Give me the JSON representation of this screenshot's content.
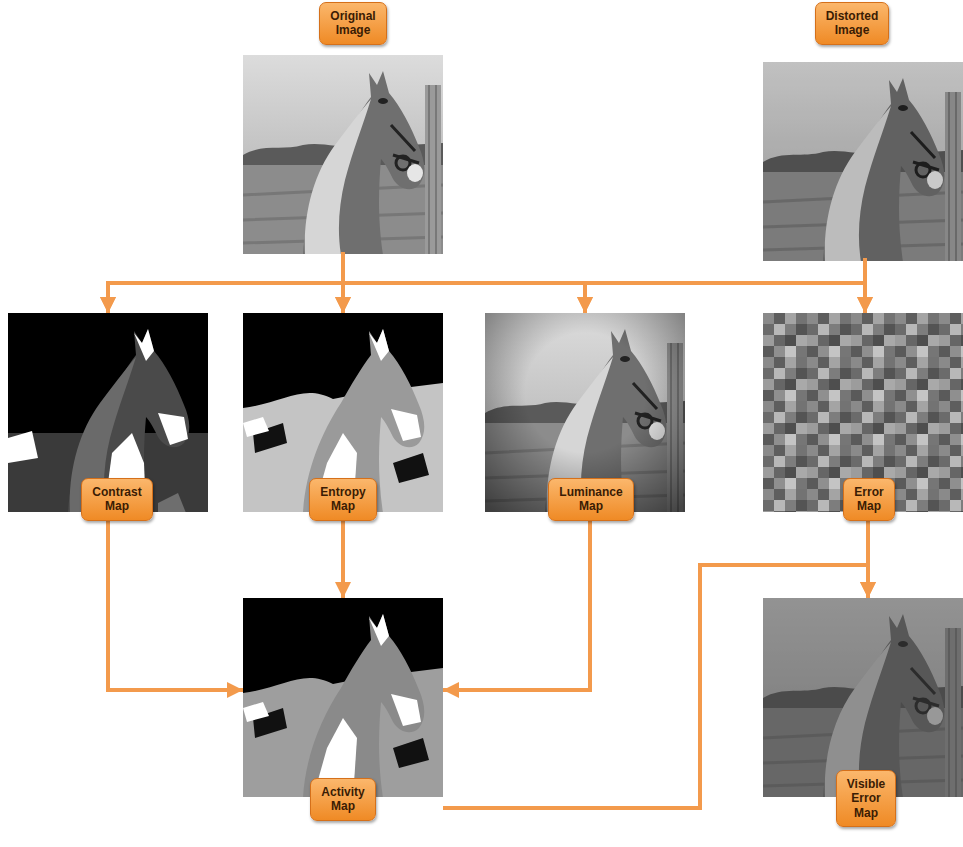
{
  "diagram": {
    "nodes": [
      {
        "text": [
          "Original Image"
        ]
      },
      {
        "text": [
          "Distorted Image"
        ]
      },
      {
        "text": [
          "Contrast Map"
        ]
      },
      {
        "text": [
          "Entropy Map"
        ]
      },
      {
        "text": [
          "Luminance Map"
        ]
      },
      {
        "text": [
          "Error Map"
        ]
      },
      {
        "text": [
          "Activity Map"
        ]
      },
      {
        "text": [
          "Visible Error Map"
        ]
      }
    ],
    "edges": [
      {
        "from": 0,
        "to": 2,
        "arrow": "to"
      },
      {
        "from": 0,
        "to": 3,
        "arrow": "to"
      },
      {
        "from": 0,
        "to": 4,
        "arrow": "to"
      },
      {
        "from": 0,
        "to": 5,
        "arrow": "to"
      },
      {
        "from": 1,
        "to": 2,
        "arrow": "to"
      },
      {
        "from": 1,
        "to": 3,
        "arrow": "to"
      },
      {
        "from": 1,
        "to": 4,
        "arrow": "to"
      },
      {
        "from": 1,
        "to": 5,
        "arrow": "to"
      },
      {
        "from": 2,
        "to": 6,
        "arrow": "to"
      },
      {
        "from": 3,
        "to": 6,
        "arrow": "to"
      },
      {
        "from": 4,
        "to": 6,
        "arrow": "to"
      },
      {
        "from": 5,
        "to": 7,
        "arrow": "to"
      },
      {
        "from": 6,
        "to": 7,
        "arrow": "to"
      }
    ]
  }
}
